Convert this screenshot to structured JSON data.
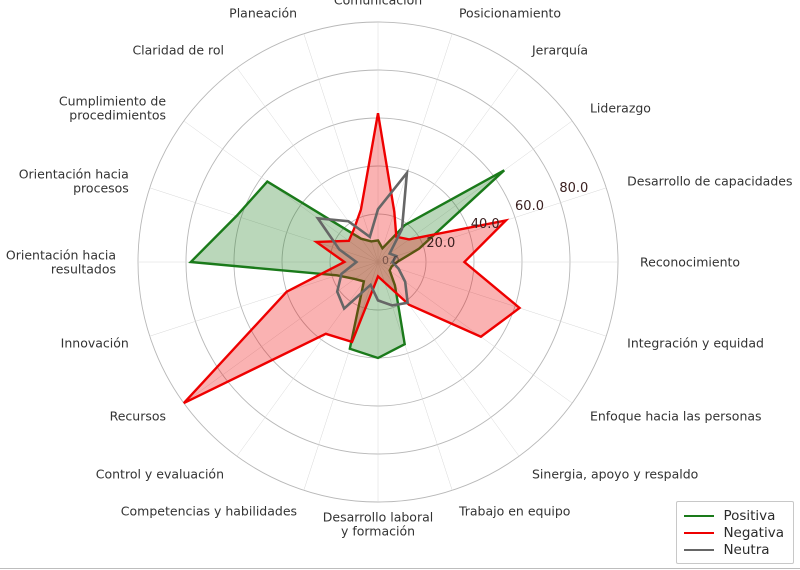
{
  "chart_data": {
    "type": "radar",
    "title": "",
    "xlabel": "",
    "ylabel": "",
    "grid": true,
    "legend_position": "lower-right",
    "rlim": [
      0,
      100
    ],
    "rticks": [
      0,
      20,
      40,
      60,
      80
    ],
    "rtick_labels": [
      "0.0",
      "20.0",
      "40.0",
      "60.0",
      "80.0"
    ],
    "categories": [
      "Comunicación",
      "Posicionamiento",
      "Jerarquía",
      "Liderazgo",
      "Desarrollo de capacidades",
      "Reconocimiento",
      "Integración y equidad",
      "Enfoque hacia las personas",
      "Sinergia, apoyo y respaldo",
      "Trabajo en equipo",
      "Desarrollo laboral\ny formación",
      "Competencias y habilidades",
      "Control y evaluación",
      "Recursos",
      "Innovación",
      "Orientación hacia\nresultados",
      "Orientación hacia\nprocesos",
      "Cumplimiento de\nprocedimientos",
      "Claridad de rol",
      "Planeación"
    ],
    "series": [
      {
        "name": "Positiva",
        "color": "#1a7a1a",
        "fill": "#1a7a1a",
        "values": [
          9,
          6,
          19,
          65,
          18,
          8,
          6,
          6,
          12,
          36,
          40,
          38,
          10,
          12,
          18,
          78,
          62,
          57,
          12,
          9
        ]
      },
      {
        "name": "Negativa",
        "color": "#ee0000",
        "fill": "#ee0000",
        "values": [
          62,
          22,
          13,
          16,
          56,
          36,
          62,
          53,
          22,
          9,
          6,
          35,
          37,
          100,
          40,
          14,
          27,
          15,
          17,
          23
        ]
      },
      {
        "name": "Neutra",
        "color": "#666666",
        "fill": "#666666",
        "values": [
          22,
          39,
          17,
          6,
          8,
          6,
          9,
          14,
          21,
          19,
          16,
          10,
          24,
          21,
          16,
          9,
          17,
          31,
          21,
          11
        ]
      }
    ]
  },
  "legend": {
    "items": [
      {
        "label": "Positiva",
        "color": "#1a7a1a"
      },
      {
        "label": "Negativa",
        "color": "#ee0000"
      },
      {
        "label": "Neutra",
        "color": "#666666"
      }
    ]
  }
}
